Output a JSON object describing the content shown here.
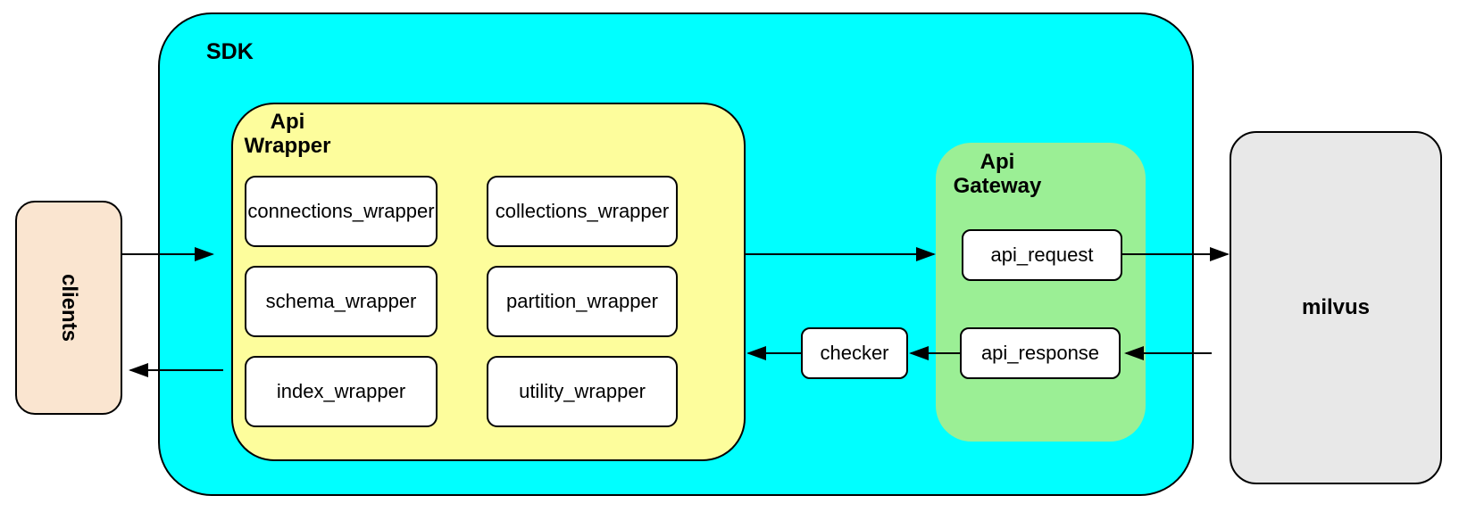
{
  "diagram": {
    "sdk": {
      "label": "SDK"
    },
    "api_wrapper": {
      "label_line1": "Api",
      "label_line2": "Wrapper",
      "modules": [
        "connections_wrapper",
        "collections_wrapper",
        "schema_wrapper",
        "partition_wrapper",
        "index_wrapper",
        "utility_wrapper"
      ]
    },
    "api_gateway": {
      "label_line1": "Api",
      "label_line2": "Gateway",
      "request_label": "api_request",
      "response_label": "api_response"
    },
    "checker": {
      "label": "checker"
    },
    "clients": {
      "label": "clients"
    },
    "milvus": {
      "label": "milvus"
    },
    "colors": {
      "sdk_fill": "#00ffff",
      "api_wrapper_fill": "#fdfd9c",
      "api_gateway_fill": "#9bef95",
      "clients_fill": "#fae5d0",
      "milvus_fill": "#e8e8e8",
      "node_fill": "#ffffff",
      "border": "#000000"
    },
    "connections": [
      {
        "from": "clients",
        "to": "api_wrapper"
      },
      {
        "from": "api_wrapper",
        "to": "clients"
      },
      {
        "from": "api_wrapper",
        "to": "api_gateway"
      },
      {
        "from": "api_request",
        "to": "milvus"
      },
      {
        "from": "milvus",
        "to": "api_response"
      },
      {
        "from": "api_response",
        "to": "checker"
      },
      {
        "from": "checker",
        "to": "api_wrapper"
      }
    ]
  }
}
